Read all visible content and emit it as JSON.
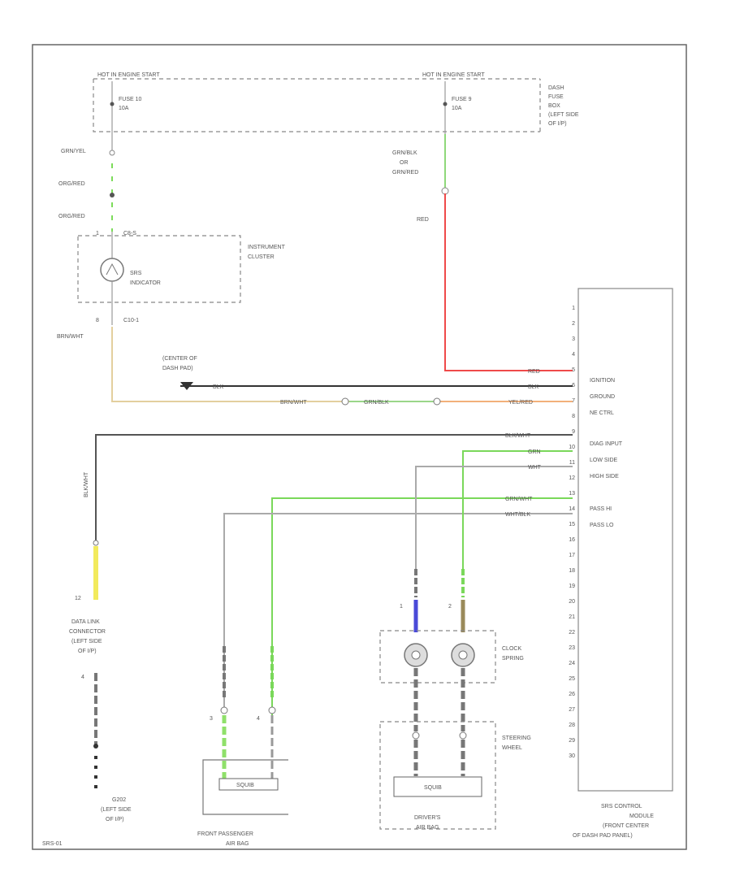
{
  "labels": {
    "hot_left": "HOT IN ENGINE START",
    "hot_right": "HOT IN ENGINE START",
    "dash_fuse_box": [
      "DASH",
      "FUSE",
      "BOX",
      "(LEFT SIDE",
      "OF I/P)"
    ],
    "fuse10": [
      "FUSE 10",
      "10A"
    ],
    "fuse9": [
      "FUSE 9",
      "10A"
    ],
    "wire_grn_yel": "GRN/YEL",
    "wire_org_red_1": "ORG/RED",
    "wire_org_red_2": "ORG/RED",
    "wire_grn_blk": [
      "GRN/BLK",
      "OR",
      "GRN/RED"
    ],
    "wire_red": "RED",
    "cluster_pin_top": "1",
    "cluster_conn_top": "C8-S",
    "instrument_cluster": [
      "INSTRUMENT",
      "CLUSTER"
    ],
    "srs_indicator": [
      "SRS",
      "INDICATOR"
    ],
    "cluster_pin_bottom": "8",
    "cluster_conn_bottom": "C10-1",
    "wire_brn_wht_left": "BRN/WHT",
    "center_of_dash": [
      "(CENTER OF",
      "DASH PAD)"
    ],
    "row_red": "RED",
    "row_blk": "BLK",
    "row_brn_wht": "BRN/WHT",
    "row_grn_blk": "GRN/BLK",
    "row_yel_red": "YEL/RED",
    "row_blk_wht": "BLK/WHT",
    "row_grn": "GRN",
    "row_wht": "WHT",
    "row_grn_wht": "GRN/WHT",
    "row_wht_blk": "WHT/BLK",
    "wire_blk_wht_vert": "BLK/WHT",
    "dlc": [
      "DATA LINK",
      "CONNECTOR",
      "(LEFT SIDE",
      "OF I/P)"
    ],
    "dlc_pin": "12",
    "ground_pin": "4",
    "ground": [
      "G202",
      "(LEFT SIDE",
      "OF I/P)"
    ],
    "passenger_airbag": [
      "FRONT PASSENGER",
      "AIR BAG"
    ],
    "driver_airbag": [
      "DRIVER'S",
      "AIR BAG"
    ],
    "clock_spring": [
      "CLOCK",
      "SPRING"
    ],
    "steering_wheel": [
      "STEERING",
      "WHEEL"
    ],
    "srs_module": [
      "SRS CONTROL",
      "MODULE",
      "(FRONT CENTER",
      "OF DASH PAD PANEL)"
    ],
    "pin_labels": [
      "IGNITION",
      "GROUND",
      "NE CTRL",
      "DIAG INPUT",
      "LOW SIDE",
      "HIGH SIDE",
      "PASS HI",
      "PASS LO"
    ],
    "squib": "SQUIB",
    "pin_1": "1",
    "pin_2": "2",
    "pin_3": "3",
    "pin_4": "4",
    "figure_id": "SRS-01"
  },
  "module_pins": [
    "1",
    "2",
    "3",
    "4",
    "5",
    "6",
    "7",
    "8",
    "9",
    "10",
    "11",
    "12",
    "13",
    "14",
    "15",
    "16",
    "17",
    "18",
    "19",
    "20",
    "21",
    "22",
    "23",
    "24",
    "25",
    "26",
    "27",
    "28",
    "29",
    "30"
  ]
}
